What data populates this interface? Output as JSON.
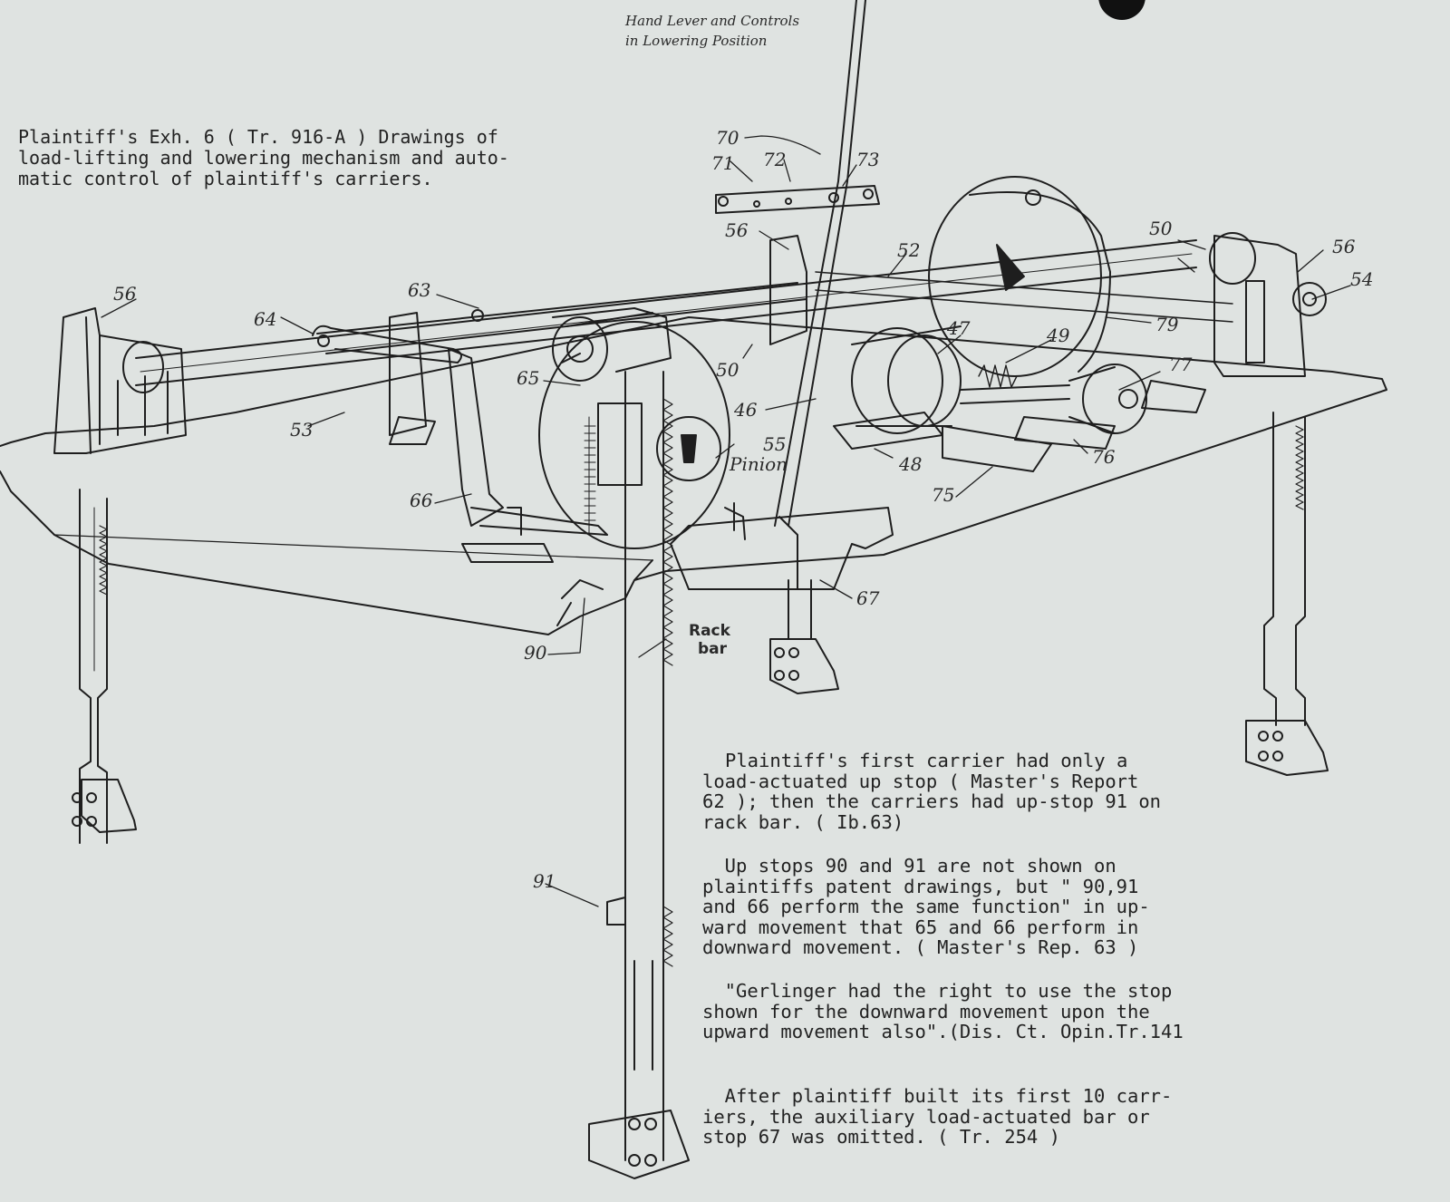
{
  "caption": {
    "lines": [
      "Plaintiff's Exh. 6 ( Tr. 916-A ) Drawings of",
      "load-lifting and lowering mechanism and auto-",
      "matic control of plaintiff's carriers."
    ]
  },
  "handnote": {
    "line1": "Hand Lever and Controls",
    "line2": "in Lowering Position"
  },
  "callouts": {
    "c70": "70",
    "c71": "71",
    "c72": "72",
    "c73": "73",
    "c56a": "56",
    "c56b": "56",
    "c56c": "56",
    "c50a": "50",
    "c50b": "50",
    "c52": "52",
    "c54": "54",
    "c63": "63",
    "c64": "64",
    "c65": "65",
    "c53": "53",
    "c47": "47",
    "c49": "49",
    "c79": "79",
    "c77": "77",
    "c46": "46",
    "c55": "55",
    "pinion": "Pinion",
    "c48": "48",
    "c76": "76",
    "c75": "75",
    "c66": "66",
    "c67": "67",
    "c90": "90",
    "rack1": "Rack",
    "rack2": "bar",
    "c91": "91"
  },
  "notes": {
    "p1": [
      "Plaintiff's first carrier had only a",
      "load-actuated up stop ( Master's Report",
      "62 ); then the carriers had up-stop 91 on",
      "rack bar. ( Ib.63)"
    ],
    "p2": [
      "  Up stops 90 and 91 are not shown on",
      "plaintiffs patent drawings, but \" 90,91",
      "and 66 perform the same function\" in up-",
      "ward movement that 65 and 66 perform in",
      "downward movement. ( Master's Rep. 63 )"
    ],
    "p3": [
      "  \"Gerlinger had the right to use the stop",
      "shown for the downward movement upon the",
      "upward movement also\".(Dis. Ct. Opin.Tr.141"
    ],
    "p4": [
      "  After plaintiff built its first 10 carr-",
      "iers, the auxiliary load-actuated bar or",
      "stop 67 was omitted. ( Tr. 254 )"
    ]
  }
}
